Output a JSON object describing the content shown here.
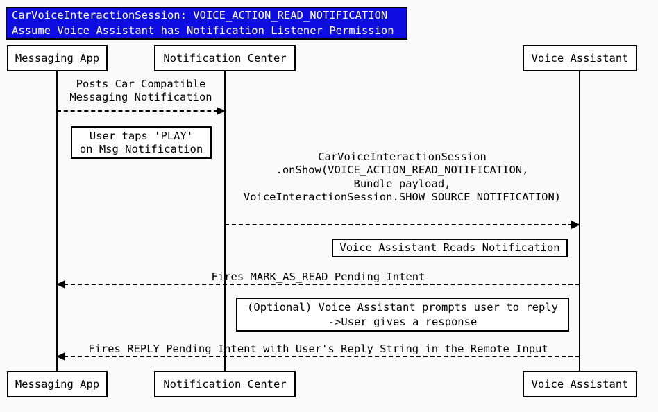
{
  "title": {
    "lines": [
      "CarVoiceInteractionSession: VOICE_ACTION_READ_NOTIFICATION",
      "Assume Voice Assistant has Notification Listener Permission"
    ]
  },
  "participants": {
    "messaging_app": "Messaging App",
    "notification_center": "Notification Center",
    "voice_assistant": "Voice Assistant"
  },
  "messages": {
    "post_notification": {
      "from": "Messaging App",
      "to": "Notification Center",
      "lines": [
        "Posts Car Compatible",
        "Messaging Notification"
      ]
    },
    "on_show": {
      "from": "Notification Center",
      "to": "Voice Assistant",
      "lines": [
        "CarVoiceInteractionSession",
        ".onShow(VOICE_ACTION_READ_NOTIFICATION,",
        "Bundle payload,",
        "VoiceInteractionSession.SHOW_SOURCE_NOTIFICATION)"
      ]
    },
    "mark_as_read": {
      "from": "Voice Assistant",
      "to": "Messaging App",
      "label": "Fires MARK_AS_READ Pending Intent"
    },
    "reply": {
      "from": "Voice Assistant",
      "to": "Messaging App",
      "label": "Fires REPLY Pending Intent with User's Reply String in the Remote Input"
    }
  },
  "notes": {
    "user_taps": {
      "lines": [
        "User taps 'PLAY'",
        "on Msg Notification"
      ]
    },
    "va_reads": {
      "label": "Voice Assistant Reads Notification"
    },
    "optional_reply": {
      "lines": [
        "(Optional) Voice Assistant prompts user to reply",
        "->User gives a response"
      ]
    }
  },
  "colors": {
    "background": "#fafafa",
    "title_bg": "#0d0ce1",
    "title_text": "#ffffff",
    "line_color": "#000000",
    "box_fill": "#ffffff"
  }
}
